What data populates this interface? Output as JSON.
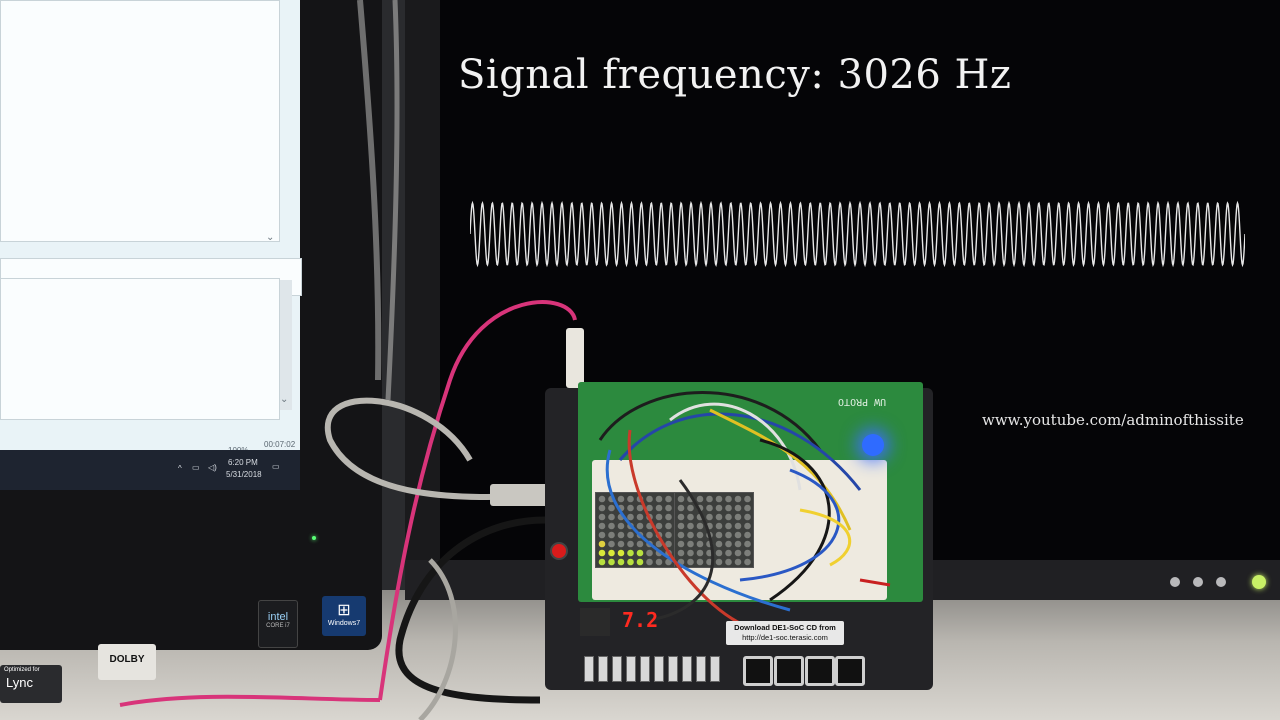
{
  "right_display": {
    "signal_label": "Signal frequency: 3026 Hz",
    "watermark": "www.youtube.com/adminofthissite"
  },
  "left_display": {
    "zoom_status": "100%",
    "status_time": "00:07:02",
    "taskbar_time": "6:20 PM",
    "taskbar_date": "5/31/2018"
  },
  "stickers": {
    "lync_small": "Optimized for",
    "lync": "Lync",
    "dolby": "DOLBY",
    "intel": "intel",
    "intel_sub": "CORE i7",
    "windows": "Windows7"
  },
  "board": {
    "proto_title": "UW PROTO",
    "download_line1": "Download DE1-SoC CD from",
    "download_line2": "http://de1-soc.terasic.com",
    "seven_seg": "7.2"
  },
  "colors": {
    "waveform": "#e8e8e8",
    "blue_led": "#2f6bff",
    "pcb_green": "#2c8a3e",
    "cable_pink": "#d8347a",
    "cable_grey": "#b8b6b0"
  }
}
